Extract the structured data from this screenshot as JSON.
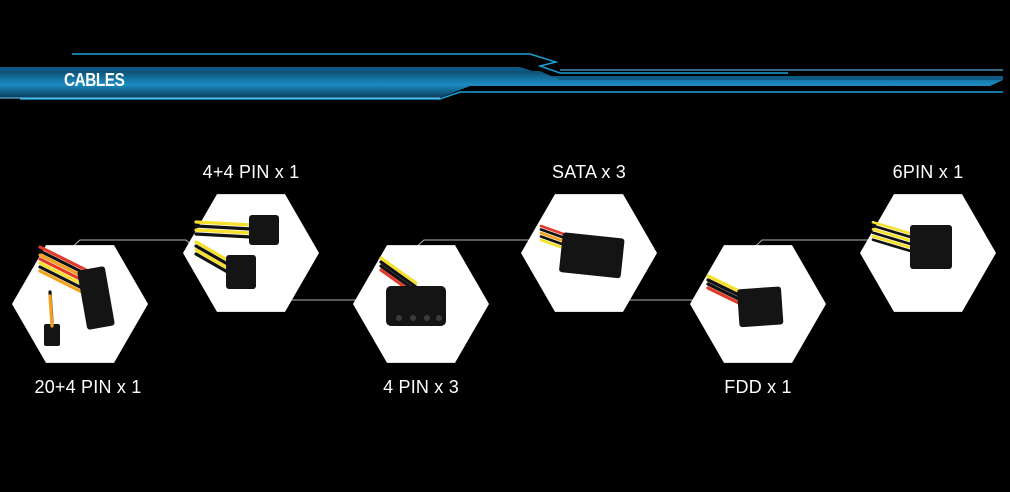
{
  "header": {
    "title": "CABLES"
  },
  "colors": {
    "accent": "#1a9fd6",
    "accent_light": "#6fd0ff",
    "background": "#000000",
    "hex_fill": "#ffffff"
  },
  "cables": [
    {
      "id": "atx",
      "label": "20+4 PIN x 1",
      "icon": "atx-20-4-pin-connector-icon"
    },
    {
      "id": "eps",
      "label": "4+4 PIN x 1",
      "icon": "eps-4-4-pin-connector-icon"
    },
    {
      "id": "molex",
      "label": "4 PIN x 3",
      "icon": "molex-4-pin-connector-icon"
    },
    {
      "id": "sata",
      "label": "SATA x 3",
      "icon": "sata-connector-icon"
    },
    {
      "id": "fdd",
      "label": "FDD x 1",
      "icon": "fdd-connector-icon"
    },
    {
      "id": "pcie",
      "label": "6PIN x 1",
      "icon": "pcie-6-pin-connector-icon"
    }
  ]
}
